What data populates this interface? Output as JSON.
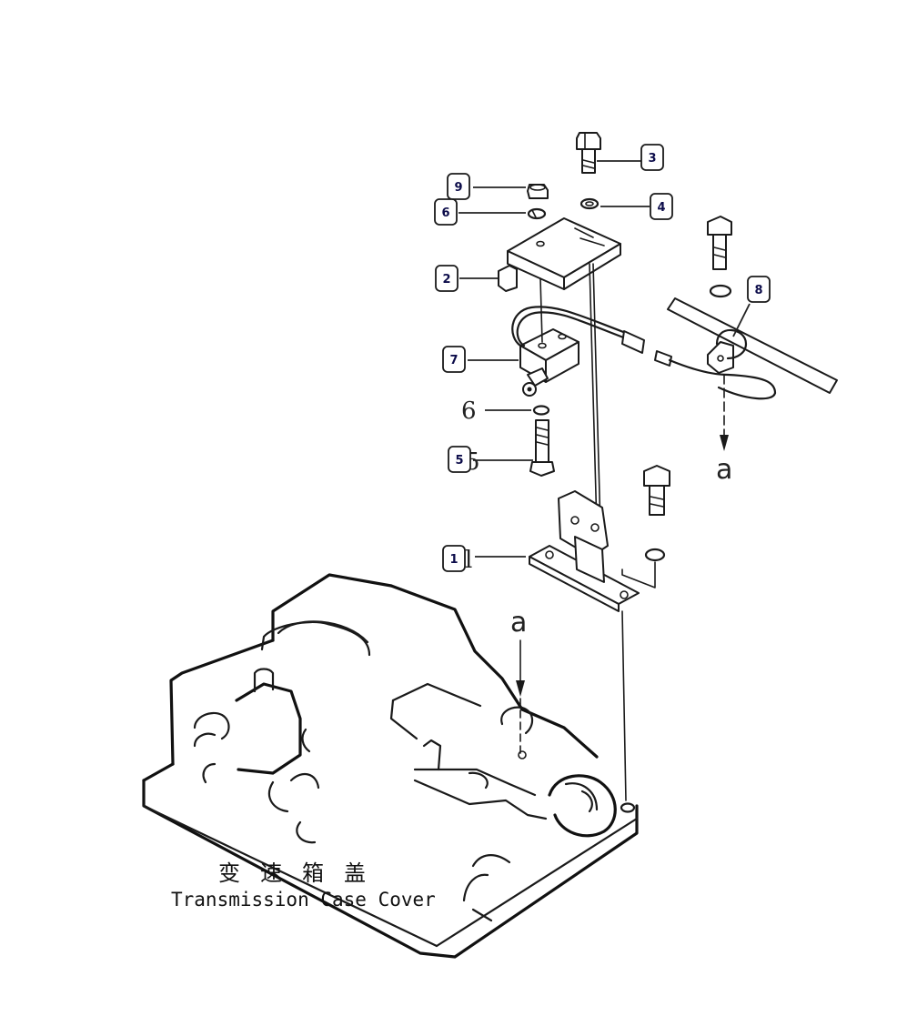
{
  "callouts": [
    {
      "id": "c3",
      "label": "3"
    },
    {
      "id": "c9",
      "label": "9"
    },
    {
      "id": "c4",
      "label": "4"
    },
    {
      "id": "c6",
      "label": "6"
    },
    {
      "id": "c2",
      "label": "2"
    },
    {
      "id": "c8",
      "label": "8"
    },
    {
      "id": "c7",
      "label": "7"
    },
    {
      "id": "c5",
      "label": "5"
    },
    {
      "id": "c1",
      "label": "1"
    }
  ],
  "plain_numbers": {
    "six_lower": "6",
    "one_stub": "l",
    "five_stub": "5"
  },
  "view_arrows": {
    "upper": "a",
    "lower": "a"
  },
  "caption": {
    "chinese": "变速箱盖",
    "english": "Transmission Case Cover"
  }
}
